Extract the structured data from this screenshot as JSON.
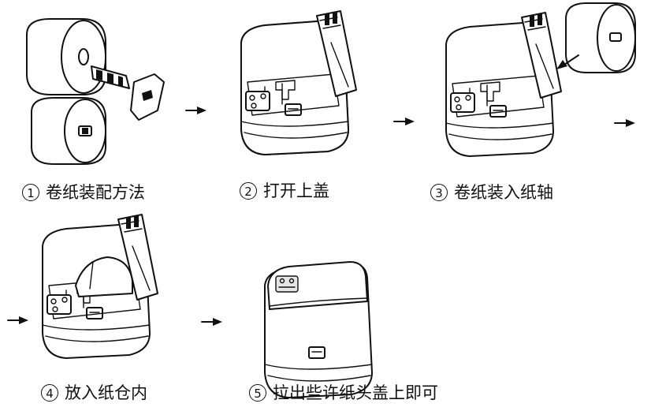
{
  "steps": [
    {
      "num": "1",
      "num_glyph": "①",
      "text": "卷纸装配方法"
    },
    {
      "num": "2",
      "num_glyph": "②",
      "text": "打开上盖"
    },
    {
      "num": "3",
      "num_glyph": "③",
      "text": "卷纸装入纸轴"
    },
    {
      "num": "4",
      "num_glyph": "④",
      "text": "放入纸仓内"
    },
    {
      "num": "5",
      "num_glyph": "⑤",
      "text": "拉出些许纸头盖上即可"
    }
  ],
  "colors": {
    "line": "#111111",
    "background": "#ffffff"
  }
}
